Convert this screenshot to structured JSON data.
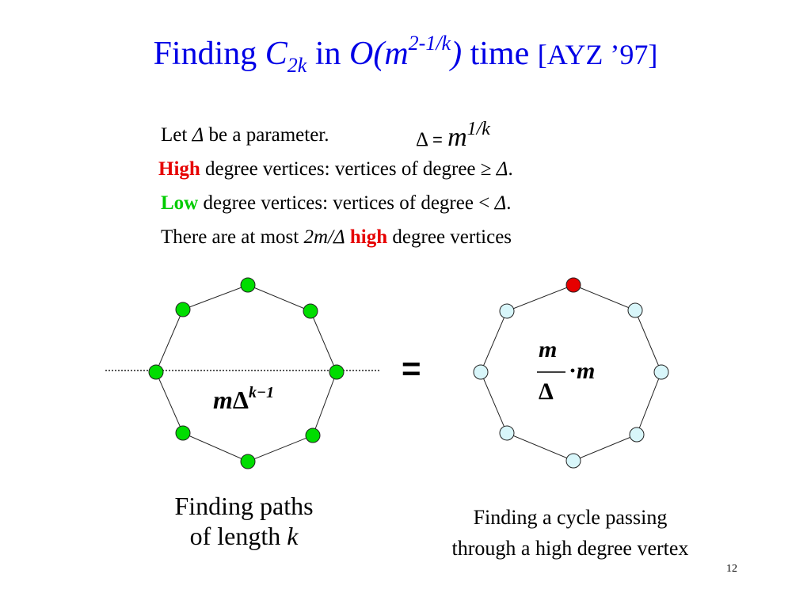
{
  "title": {
    "prefix": "Finding ",
    "c": "C",
    "c_sub": "2k",
    "in": " in ",
    "o_open": "O(m",
    "exp": "2-1/k",
    "o_close": ")",
    "time": " time ",
    "cite": "[AYZ ’97]"
  },
  "lines": {
    "let_prefix": "Let ",
    "delta": "Δ",
    "let_suffix": " be a parameter.",
    "eq_delta": "Δ",
    "eq_sign": "=",
    "eq_m": "m",
    "eq_exp": "1/k",
    "high_word": "High",
    "high_text": " degree vertices: vertices of degree ≥ ",
    "high_delta": "Δ",
    "high_end": ".",
    "low_word": "Low",
    "low_text": " degree vertices: vertices of degree < ",
    "low_delta": "Δ",
    "low_end": ".",
    "most_prefix": "There are at most ",
    "most_expr": "2m/Δ",
    "most_high": "high",
    "most_suffix": " degree vertices"
  },
  "left_formula": {
    "m": "m",
    "delta": "Δ",
    "exp": "k−1"
  },
  "equals": "=",
  "right_formula": {
    "num": "m",
    "den": "Δ",
    "dot": "·",
    "m": "m"
  },
  "captions": {
    "left_line1": "Finding paths",
    "left_line2_prefix": "of length ",
    "left_line2_var": "k",
    "right_line1": "Finding a cycle passing",
    "right_line2": "through a high degree vertex"
  },
  "page_number": "12",
  "colors": {
    "title": "#0000e6",
    "high": "#e60000",
    "low": "#00cc00",
    "left_nodes": "#00dd00",
    "high_node": "#e60000",
    "right_nodes": "#d8f6fa"
  }
}
